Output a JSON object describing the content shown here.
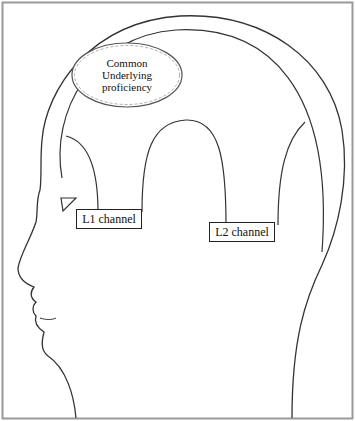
{
  "diagram": {
    "nodes": [
      {
        "text": [
          "Common Underlying proficiency"
        ]
      },
      {
        "text": [
          "L1 channel"
        ]
      },
      {
        "text": [
          "L2 channel"
        ]
      }
    ]
  }
}
